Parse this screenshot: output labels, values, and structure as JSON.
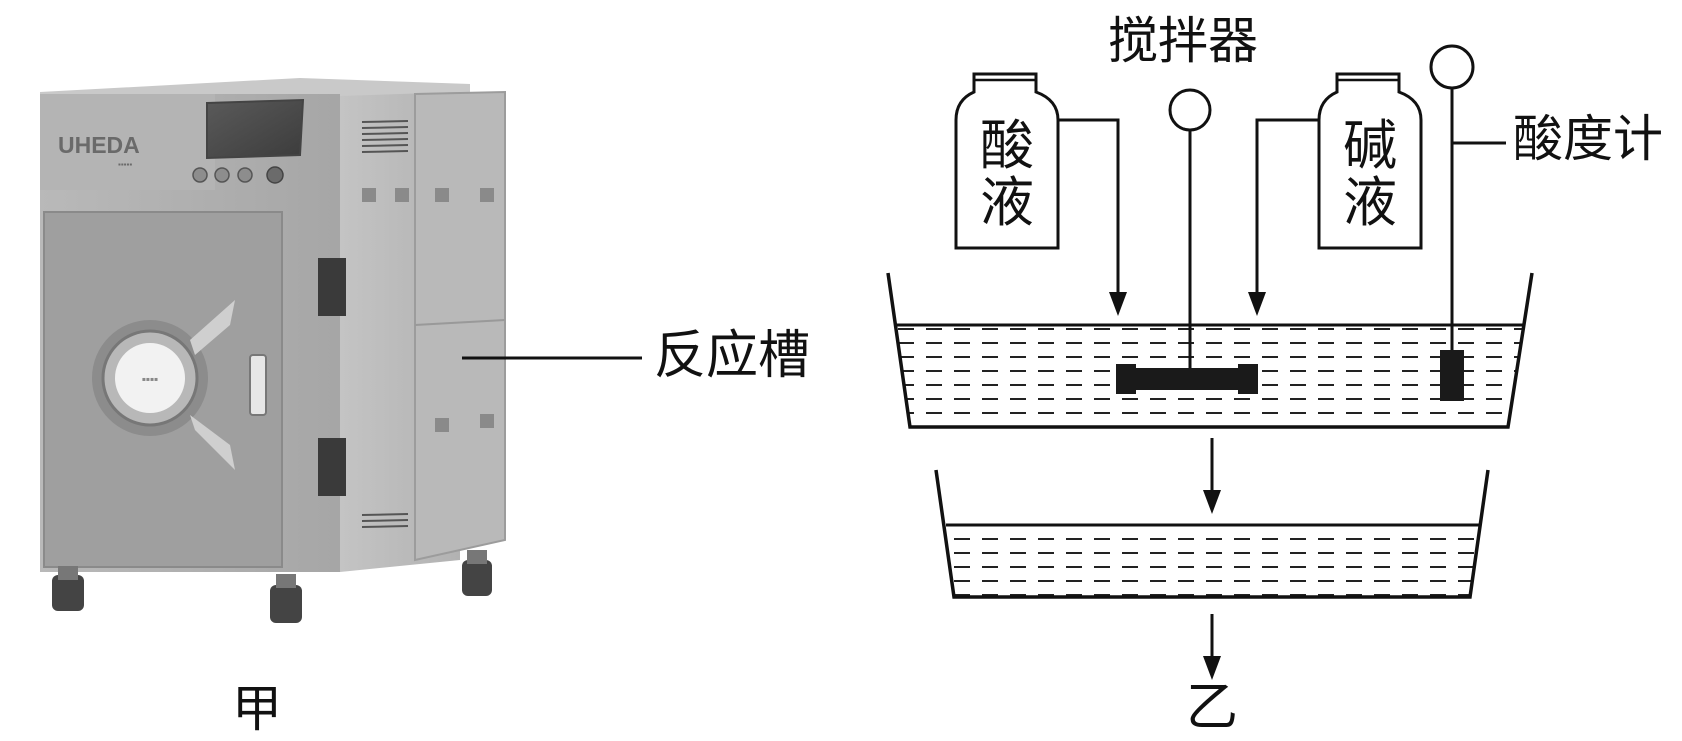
{
  "figure_left": {
    "caption": "甲",
    "callout_label": "反应槽",
    "brand_logo_text": "UHEDA"
  },
  "figure_right": {
    "caption": "乙",
    "stirrer_label": "搅拌器",
    "acid_bottle_label": "酸液",
    "base_bottle_label": "碱液",
    "ph_meter_label": "酸度计"
  }
}
